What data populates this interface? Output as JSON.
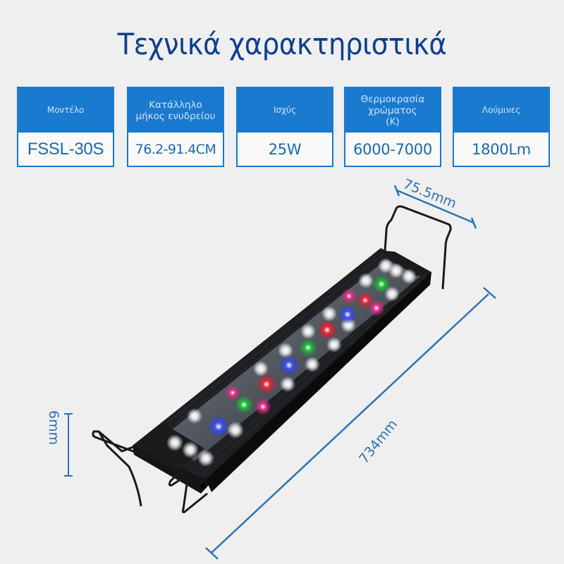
{
  "title": "Τεχνικά χαρακτηριστικά",
  "specs": [
    {
      "label": "Μοντέλο",
      "value": "FSSL-30S"
    },
    {
      "label": "Κατάλληλο\nμήκος ενυδρείου",
      "value": "76.2-91.4CM"
    },
    {
      "label": "Ισχύς",
      "value": "25W"
    },
    {
      "label": "Θερμοκρασία\nχρώματος\n(K)",
      "value": "6000-7000"
    },
    {
      "label": "Λούμινες",
      "value": "1800Lm"
    }
  ],
  "dimensions": {
    "width": "75.5mm",
    "length": "734mm",
    "height": "6mm"
  },
  "colors": {
    "title": "#0d3f8f",
    "card_header": "#1a7ad0",
    "card_border": "#1a7ac9",
    "value_text": "#1f67a8",
    "dimension_line": "#2a73b5",
    "background": "#efefef"
  },
  "product": {
    "name": "aquarium LED light bar",
    "led_colors": [
      "white",
      "blue",
      "red",
      "green",
      "pink"
    ]
  }
}
